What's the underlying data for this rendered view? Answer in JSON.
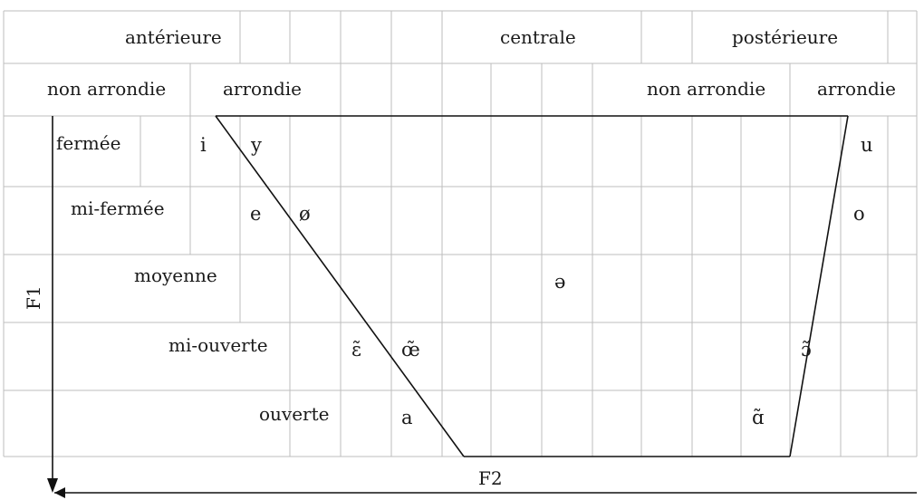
{
  "header": {
    "backness": [
      {
        "key": "anterieure",
        "label": "antérieure"
      },
      {
        "key": "centrale",
        "label": "centrale"
      },
      {
        "key": "posterieure",
        "label": "postérieure"
      }
    ],
    "rounding": [
      {
        "key": "front-unrounded",
        "label": "non arrondie"
      },
      {
        "key": "front-rounded",
        "label": "arrondie"
      },
      {
        "key": "back-unrounded",
        "label": "non arrondie"
      },
      {
        "key": "back-rounded",
        "label": "arrondie"
      }
    ]
  },
  "heights": [
    {
      "key": "fermee",
      "label": "fermée"
    },
    {
      "key": "mi-fermee",
      "label": "mi-fermée"
    },
    {
      "key": "moyenne",
      "label": "moyenne"
    },
    {
      "key": "mi-ouverte",
      "label": "mi-ouverte"
    },
    {
      "key": "ouverte",
      "label": "ouverte"
    }
  ],
  "vowels": [
    {
      "key": "i",
      "symbol": "i"
    },
    {
      "key": "y",
      "symbol": "y"
    },
    {
      "key": "u",
      "symbol": "u"
    },
    {
      "key": "e",
      "symbol": "e"
    },
    {
      "key": "oe-slash",
      "symbol": "ø"
    },
    {
      "key": "o",
      "symbol": "o"
    },
    {
      "key": "schwa",
      "symbol": "ə"
    },
    {
      "key": "e-nasal",
      "symbol": "ɛ̃"
    },
    {
      "key": "oe-nasal",
      "symbol": "œ̃"
    },
    {
      "key": "o-nasal",
      "symbol": "ɔ̃"
    },
    {
      "key": "a",
      "symbol": "a"
    },
    {
      "key": "a-nasal",
      "symbol": "ɑ̃"
    }
  ],
  "axes": {
    "f1": "F1",
    "f2": "F2"
  }
}
